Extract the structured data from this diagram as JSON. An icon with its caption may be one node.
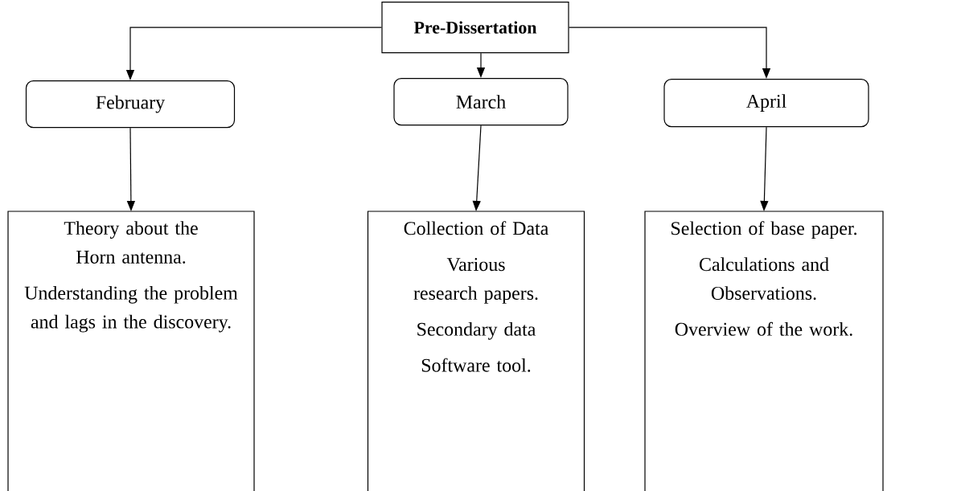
{
  "diagram": {
    "nodes": [
      {
        "text": [
          "Pre-Dissertation"
        ]
      },
      {
        "text": [
          "February"
        ]
      },
      {
        "text": [
          "March"
        ]
      },
      {
        "text": [
          "April"
        ]
      },
      {
        "text": [
          "Theory about the Horn antenna.",
          "Understanding the problem and lags in the discovery."
        ]
      },
      {
        "text": [
          "Collection of Data",
          "Various research papers.",
          "Secondary data",
          "Software tool."
        ]
      },
      {
        "text": [
          "Selection of base paper.",
          "Calculations and Observations.",
          "Overview of the work."
        ]
      }
    ],
    "edges": [
      {
        "from": 0,
        "to": 1,
        "arrow": "to"
      },
      {
        "from": 0,
        "to": 2,
        "arrow": "to"
      },
      {
        "from": 0,
        "to": 3,
        "arrow": "to"
      },
      {
        "from": 1,
        "to": 4,
        "arrow": "to"
      },
      {
        "from": 2,
        "to": 5,
        "arrow": "to"
      },
      {
        "from": 3,
        "to": 6,
        "arrow": "to"
      }
    ]
  }
}
